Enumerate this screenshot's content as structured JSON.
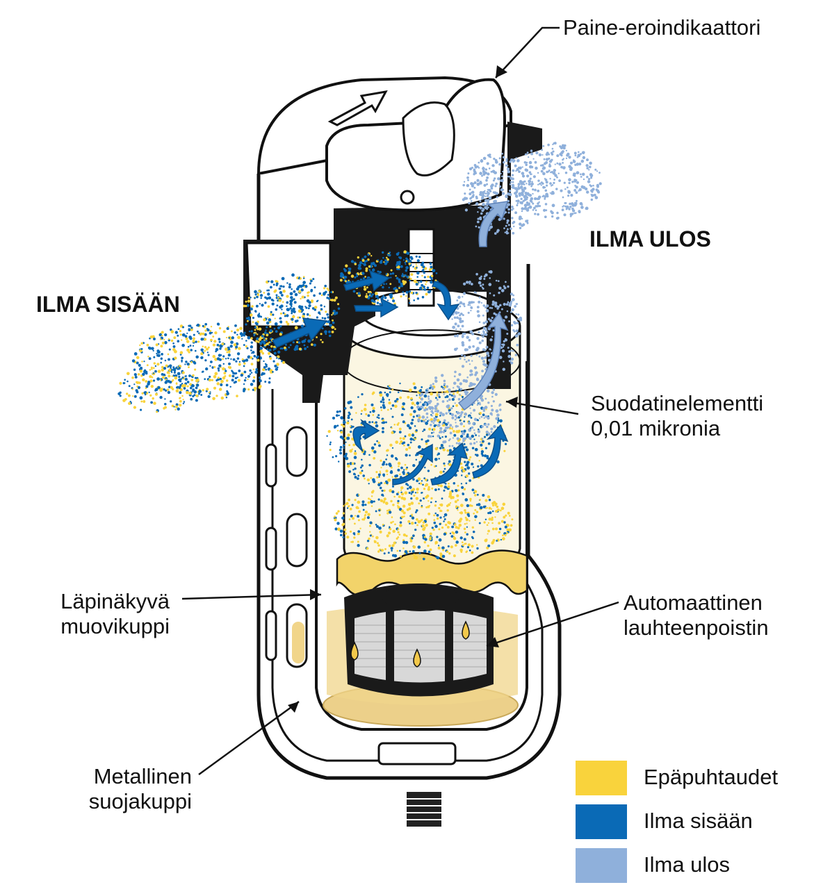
{
  "labels": {
    "pressure_indicator": "Paine-eroindikaattori",
    "air_out_heading": "ILMA ULOS",
    "air_in_heading": "ILMA SISÄÄN",
    "filter_element_line1": "Suodatinelementti",
    "filter_element_line2": "0,01 mikronia",
    "plastic_bowl_line1": "Läpinäkyvä",
    "plastic_bowl_line2": "muovikuppi",
    "auto_drain_line1": "Automaattinen",
    "auto_drain_line2": "lauhteenpoistin",
    "metal_guard_line1": "Metallinen",
    "metal_guard_line2": "suojakuppi"
  },
  "legend": [
    {
      "label": "Epäpuhtaudet",
      "color": "#f9d33c"
    },
    {
      "label": "Ilma sisään",
      "color": "#0a6ab6"
    },
    {
      "label": "Ilma ulos",
      "color": "#8fb0db"
    }
  ],
  "colors": {
    "contaminants": "#f9d33c",
    "condensate": "#e9d28a",
    "air_in": "#0a6ab6",
    "air_out": "#8fb0db",
    "outline": "#111111"
  }
}
